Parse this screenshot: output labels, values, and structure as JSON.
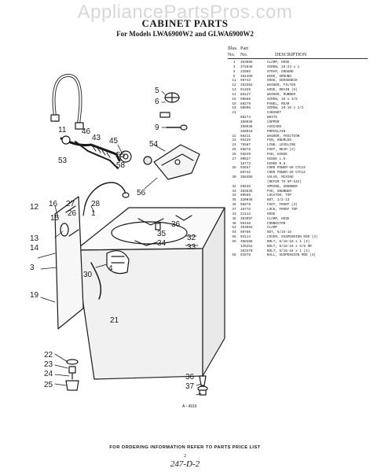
{
  "watermark": "AppliancePartsPros.com",
  "title": "CABINET PARTS",
  "models": "For Models LWA6900W2 and GLWA6900W2",
  "table": {
    "header": {
      "col1_top": "Illus.",
      "col2_top": "Part",
      "col1": "No.",
      "col2": "No.",
      "col3": "DESCRIPTION"
    },
    "rows": [
      {
        "ill": "1",
        "part": "363095",
        "desc": "CLAMP, HOSE"
      },
      {
        "ill": "3",
        "part": "372848",
        "desc": "SCREW, 10-24 x 1"
      },
      {
        "ill": "4",
        "part": "22965",
        "desc": "STRAP, GROUND"
      },
      {
        "ill": "5",
        "part": "354489",
        "desc": "WIRE, GROUND"
      },
      {
        "ill": "11",
        "part": "96743",
        "desc": "HOSE, GOOSENECK"
      },
      {
        "ill": "12",
        "part": "353392",
        "desc": "WASHER, FILTER"
      },
      {
        "ill": "13",
        "part": "91329",
        "desc": "HOSE, DRAIN (6)"
      },
      {
        "ill": "14",
        "part": "86127",
        "desc": "WASHER, RUBBER"
      },
      {
        "ill": "15",
        "part": "90866",
        "desc": "SCREW, 10 x 3/8"
      },
      {
        "ill": "16",
        "part": "89279",
        "desc": "PANEL, REAR"
      },
      {
        "ill": "19",
        "part": "98605",
        "desc": "SCREW, 10-16 x 1/2"
      },
      {
        "ill": "21",
        "part": "",
        "desc": "CABINET"
      },
      {
        "ill": "",
        "part": "89274",
        "desc": "WHITE"
      },
      {
        "ill": "",
        "part": "350935",
        "desc": "COPPER"
      },
      {
        "ill": "",
        "part": "350936",
        "desc": "AVOCADO"
      },
      {
        "ill": "",
        "part": "350910",
        "desc": "PORCELAIN"
      },
      {
        "ill": "22",
        "part": "98411",
        "desc": "WASHER, FRICTION"
      },
      {
        "ill": "23",
        "part": "95429",
        "desc": "PIN, KNURLED"
      },
      {
        "ill": "24",
        "part": "75587",
        "desc": "LINK, LEVELING"
      },
      {
        "ill": "25",
        "part": "95878",
        "desc": "FOOT, REAR (2)"
      },
      {
        "ill": "26",
        "part": "55849",
        "desc": "PAD, HINGE"
      },
      {
        "ill": "27",
        "part": "90627",
        "desc": "HINGE L.H."
      },
      {
        "ill": "",
        "part": "18773",
        "desc": "HINGE R.H."
      },
      {
        "ill": "28",
        "part": "93657",
        "desc": "CORD POWER-50 CYCLE"
      },
      {
        "ill": "",
        "part": "89742",
        "desc": "CORD POWER-60 CYCLE"
      },
      {
        "ill": "30",
        "part": "358455",
        "desc": "VALVE, MIXING"
      },
      {
        "ill": "",
        "part": "",
        "desc": "(REFER TO SP-542)"
      },
      {
        "ill": "32",
        "part": "95636",
        "desc": "SPRING, SNUBBER"
      },
      {
        "ill": "33",
        "part": "383635",
        "desc": "PAD, SNUBBER"
      },
      {
        "ill": "34",
        "part": "90569",
        "desc": "LOCATOR, TOP"
      },
      {
        "ill": "35",
        "part": "320035",
        "desc": "NUT, 1/2-13"
      },
      {
        "ill": "36",
        "part": "95878",
        "desc": "FOOT, FRONT (3)"
      },
      {
        "ill": "37",
        "part": "18776",
        "desc": "LOCK, FRONT TOP"
      },
      {
        "ill": "43",
        "part": "21114",
        "desc": "HOSE"
      },
      {
        "ill": "45",
        "part": "363097",
        "desc": "CLAMP, HOSE"
      },
      {
        "ill": "46",
        "part": "95448",
        "desc": "CONNECTOR"
      },
      {
        "ill": "53",
        "part": "353094",
        "desc": "CLAMP"
      },
      {
        "ill": "54",
        "part": "90766",
        "desc": "NUT, 5/16-18"
      },
      {
        "ill": "55",
        "part": "94114",
        "desc": "COVER, SUSPENSION ROD (3)"
      },
      {
        "ill": "56",
        "part": "358388",
        "desc": "BOLT, 5/16-18 x 1 (3)"
      },
      {
        "ill": "",
        "part": "126251",
        "desc": "BOLT, 5/16-18 x 5/8 OR"
      },
      {
        "ill": "",
        "part": "353370",
        "desc": "BOLT, 5/16-18 x 1 (3)"
      },
      {
        "ill": "58",
        "part": "91078",
        "desc": "BALL, SUSPENSION ROD (3)"
      }
    ]
  },
  "callouts": {
    "c1": "1",
    "c3": "3",
    "c4": "4",
    "c5": "5",
    "c6": "6",
    "c9": "9",
    "c11": "11",
    "c12": "12",
    "c13": "13",
    "c14": "14",
    "c15": "15",
    "c16": "16",
    "c19": "19",
    "c21": "21",
    "c22": "22",
    "c23": "23",
    "c24": "24",
    "c25": "25",
    "c26": "26",
    "c27": "27",
    "c28": "28",
    "c30": "30",
    "c32": "32",
    "c33": "33",
    "c34": "34",
    "c35": "35",
    "c36": "36",
    "c37": "37",
    "c43": "43",
    "c45": "45",
    "c46": "46",
    "c53": "53",
    "c54": "54",
    "c55": "55",
    "c56": "56",
    "c58": "58"
  },
  "figure_id": "A - 4916",
  "footer": "FOR ORDERING INFORMATION REFER TO PARTS PRICE LIST",
  "page_number": "2",
  "handwritten": "247-D-2"
}
